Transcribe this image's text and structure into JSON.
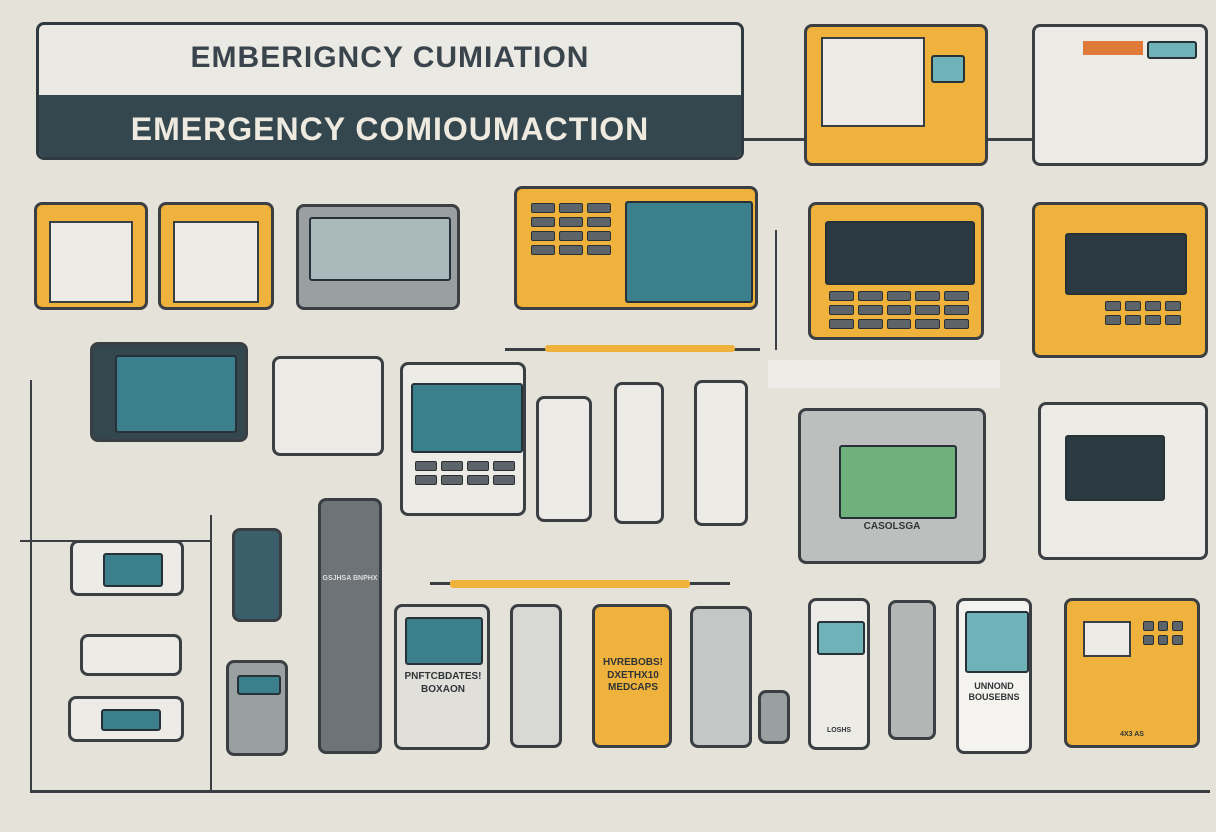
{
  "header": {
    "line1": "EMBERIGNCY CUMIATION",
    "line2": "EMERGENCY COMIOUMACTION"
  },
  "devices": {
    "pager_label": "PNFTCBDATES! BOXAON",
    "yellow_phone_label": "HVREBOBS! DXETHX10 MEDCAPS",
    "white_panel_label": "UNNOND BOUSEBNS",
    "monitor_label": "CASOLSGA",
    "handset_label": "LOSHS",
    "radio_label": "GSJHSA BNPHX",
    "yellow_unit_label": "4X3 AS"
  },
  "colors": {
    "background": "#e5e2d9",
    "header_dark": "#34474f",
    "accent_yellow": "#efb23d",
    "screen_teal": "#3c7f8c"
  }
}
